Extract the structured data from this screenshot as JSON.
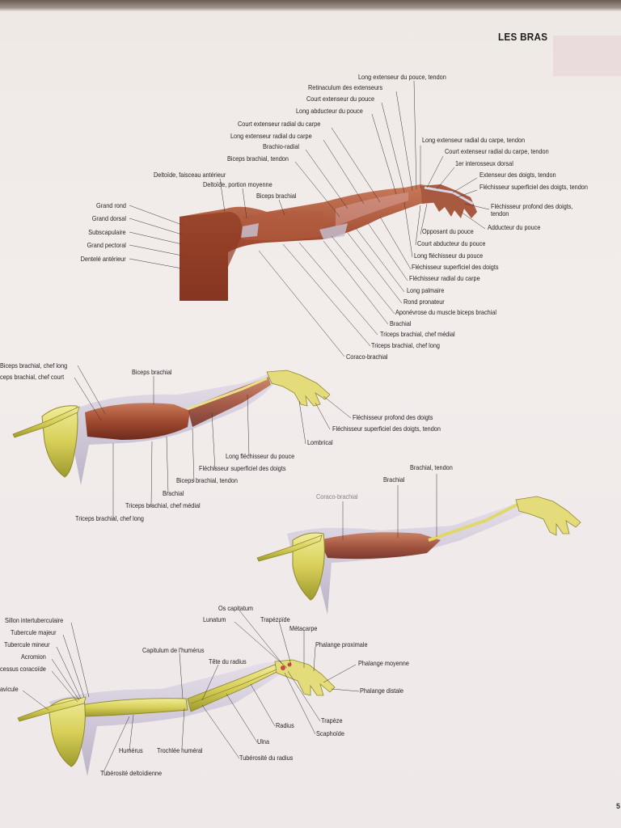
{
  "header": {
    "chapter_title": "LES BRAS"
  },
  "page_number": "5",
  "figure1": {
    "left_labels": [
      "Grand rond",
      "Grand dorsal",
      "Subscapulaire",
      "Grand pectoral",
      "Dentelé antérieur"
    ],
    "top_labels": [
      "Long extenseur du pouce, tendon",
      "Retinaculum des extenseurs",
      "Court extenseur du pouce",
      "Long abducteur du pouce",
      "Court extenseur radial du carpe",
      "Long extenseur radial du carpe",
      "Brachio-radial",
      "Biceps brachial, tendon",
      "Deltoïde, faisceau antérieur",
      "Deltoïde, portion moyenne",
      "Biceps brachial"
    ],
    "right_labels": [
      "Long extenseur radial du carpe, tendon",
      "Court extenseur radial du carpe, tendon",
      "1er interosseux dorsal",
      "Extenseur des doigts, tendon",
      "Fléchisseur superficiel des doigts, tendon",
      "Fléchisseur profond des doigts, tendon",
      "Adducteur du pouce",
      "Opposant du pouce",
      "Court abducteur du pouce",
      "Long fléchisseur du pouce",
      "Fléchisseur superficiel des doigts",
      "Fléchisseur radial du carpe",
      "Long palmaire",
      "Rond pronateur",
      "Aponévrose du muscle biceps brachial",
      "Brachial",
      "Triceps brachial, chef médial",
      "Triceps brachial, chef long",
      "Coraco-brachial"
    ]
  },
  "figure2": {
    "labels": [
      "Biceps brachial, chef long",
      "ceps brachial, chef court",
      "Biceps brachial",
      "Fléchisseur profond des doigts",
      "Fléchisseur superficiel des doigts, tendon",
      "Lombrical",
      "Long fléchisseur du pouce",
      "Fléchisseur superficiel des doigts",
      "Biceps brachial, tendon",
      "Brachial",
      "Triceps brachial, chef médial",
      "Triceps brachial, chef long"
    ]
  },
  "figure3": {
    "labels": [
      "Brachial, tendon",
      "Brachial",
      "Coraco-brachial"
    ]
  },
  "figure4": {
    "labels": [
      "Sillon intertuberculaire",
      "Tubercule majeur",
      "Tubercule mineur",
      "Acromion",
      "cessus coracoïde",
      "avicule",
      "Os capitatum",
      "Lunatum",
      "Trapézoïde",
      "Métacarpe",
      "Phalange proximale",
      "Phalange moyenne",
      "Phalange distale",
      "Capitulum de l'humérus",
      "Tête du radius",
      "Trapèze",
      "Scaphoïde",
      "Radius",
      "Ulna",
      "Tubérosité du radius",
      "Humérus",
      "Trochlée huméral",
      "Tubérosité deltoïdienne"
    ]
  }
}
